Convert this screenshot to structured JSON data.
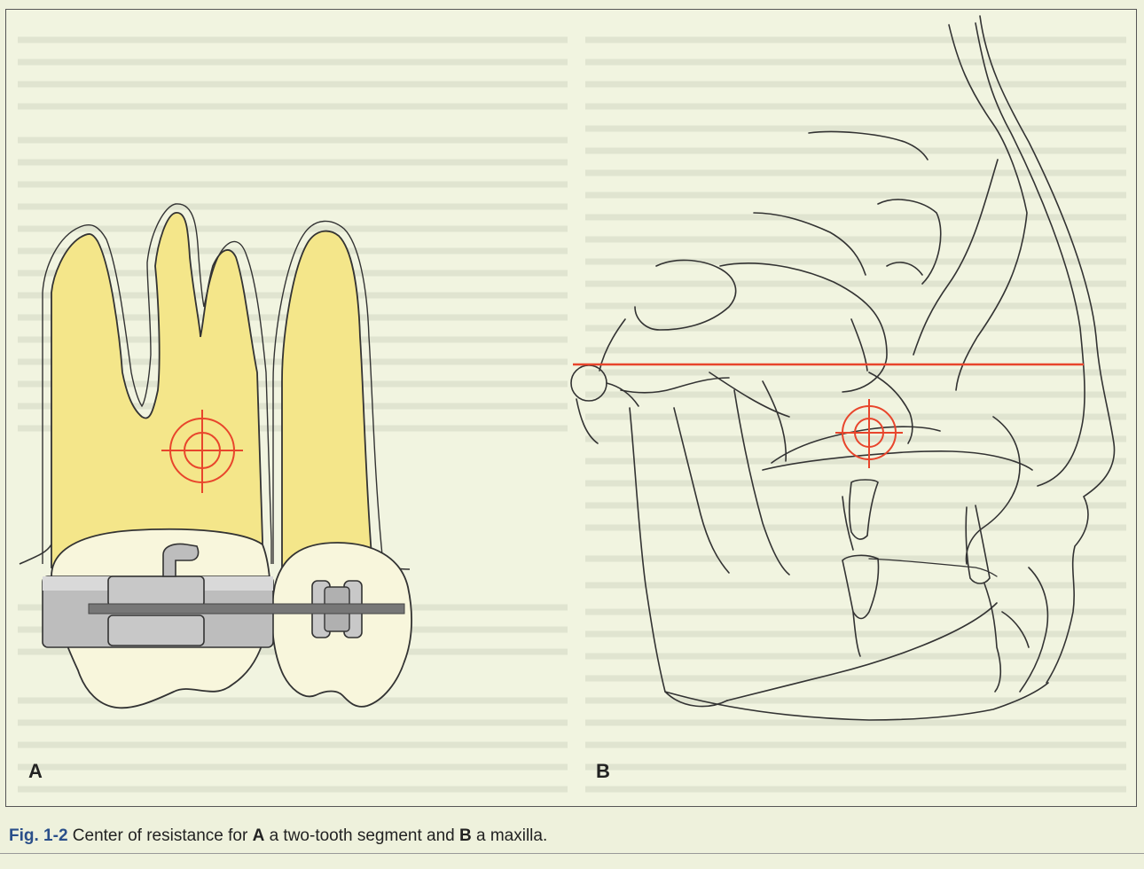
{
  "figure": {
    "panel_a_label": "A",
    "panel_b_label": "B",
    "colors": {
      "tooth_fill": "#f4e68a",
      "crown_fill": "#f8f6dc",
      "center_marker": "#e8452c",
      "reference_line": "#e8452c",
      "bracket_metal": "#b8b8b8",
      "outline": "#333333"
    },
    "icons": [
      "target-crosshair-icon"
    ]
  },
  "caption": {
    "fig_label": "Fig. 1-2",
    "text_1": "Center of resistance for ",
    "bold_a": "A",
    "text_2": " a two-tooth segment and ",
    "bold_b": "B",
    "text_3": " a maxilla."
  }
}
